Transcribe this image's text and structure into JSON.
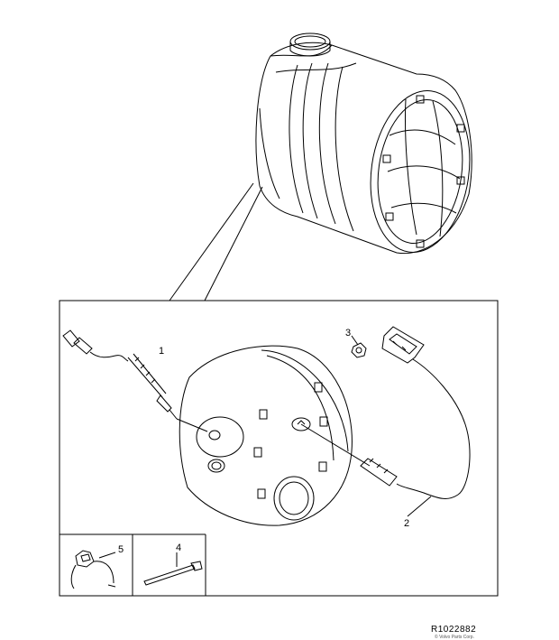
{
  "callouts": {
    "c1": "1",
    "c2": "2",
    "c3": "3",
    "c4": "4",
    "c5": "5"
  },
  "reference_code": "R1022882",
  "copyright": "© Volvo Parts Corp.",
  "colors": {
    "line": "#000000",
    "background": "#ffffff"
  }
}
